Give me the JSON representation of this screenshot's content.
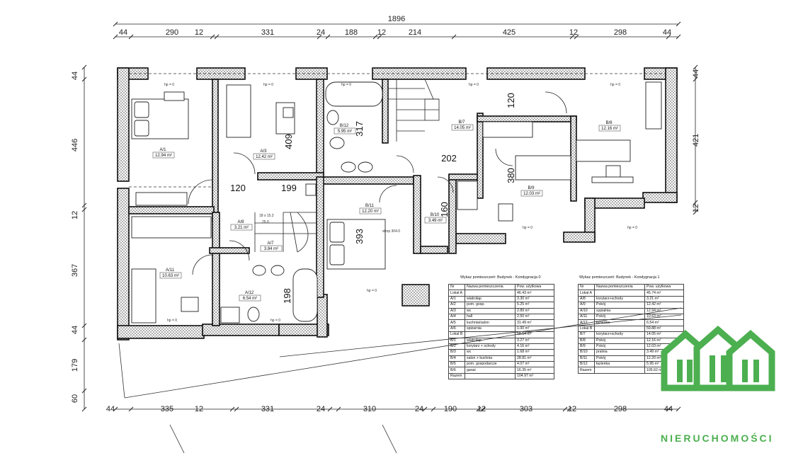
{
  "dimensions": {
    "total": "1896",
    "top": [
      "44",
      "290",
      "12",
      "331",
      "24",
      "188",
      "12",
      "214",
      "425",
      "12",
      "298",
      "44"
    ],
    "bottom": [
      "44",
      "335",
      "12",
      "331",
      "24",
      "310",
      "24",
      "190",
      "12",
      "303",
      "12",
      "298",
      "44"
    ],
    "left": [
      "44",
      "446",
      "12",
      "367",
      "44",
      "179",
      "60"
    ],
    "right": [
      "44",
      "421",
      "12"
    ],
    "inner": [
      "409",
      "317",
      "120",
      "120",
      "202",
      "380",
      "393",
      "198",
      "199",
      "160"
    ]
  },
  "rooms": [
    {
      "id": "A/1",
      "area": "12.94 m²"
    },
    {
      "id": "A/3",
      "area": "12.42 m²"
    },
    {
      "id": "B/12",
      "area": "5.95 m²"
    },
    {
      "id": "B/7",
      "area": "14.05 m²"
    },
    {
      "id": "B/8",
      "area": "12.16 m²"
    },
    {
      "id": "B/9",
      "area": "12.03 m²"
    },
    {
      "id": "B/11",
      "area": "12.20 m²"
    },
    {
      "id": "B/10",
      "area": "3.49 m²"
    },
    {
      "id": "A/8",
      "area": "3.21 m²"
    },
    {
      "id": "A/7",
      "area": "3.84 m²"
    },
    {
      "id": "A/11",
      "area": "10.63 m²"
    },
    {
      "id": "A/12",
      "area": "6.54 m²"
    }
  ],
  "annotations": {
    "hp": "hp = 0",
    "strop": "strop 304.0",
    "stairs": "18 x 15.3",
    "stairs2": "25.0"
  },
  "table_left": {
    "caption": "Wykaz pomieszczeń: Budynek - Kondygnacja 0",
    "headers": [
      "Nr",
      "Nazwa pomieszczenia",
      "Pow. użytkowa"
    ],
    "rows": [
      [
        "Lokal A",
        "",
        "46.43 m²"
      ],
      [
        "A/1",
        "wiatrołap",
        "3.30 m²"
      ],
      [
        "A/2",
        "pom. gosp.",
        "5.25 m²"
      ],
      [
        "A/3",
        "wc",
        "2.89 m²"
      ],
      [
        "A/4",
        "hall",
        "2.50 m²"
      ],
      [
        "A/5",
        "kuchnia/salon",
        "31.49 m²"
      ],
      [
        "A/6",
        "spiżarnia",
        "1.00 m²"
      ],
      [
        "Lokal B",
        "",
        "58.54 m²"
      ],
      [
        "B/1",
        "wiatrołap",
        "3.27 m²"
      ],
      [
        "B/2",
        "korytarz + schody",
        "4.16 m²"
      ],
      [
        "B/3",
        "wc",
        "1.68 m²"
      ],
      [
        "B/4",
        "salon + kuchnia",
        "28.81 m²"
      ],
      [
        "B/5",
        "pom. gospodarcze",
        "4.07 m²"
      ],
      [
        "B/6",
        "garaż",
        "16.35 m²"
      ],
      [
        "Razem",
        "",
        "104.97 m²"
      ]
    ]
  },
  "table_right": {
    "caption": "Wykaz pomieszczeń: Budynek - Kondygnacja 1",
    "headers": [
      "Nr",
      "Nazwa pomieszczenia",
      "Pow. użytkowa"
    ],
    "rows": [
      [
        "Lokal A",
        "",
        "45.74 m²"
      ],
      [
        "A/8",
        "korytarz+schody",
        "3.21 m²"
      ],
      [
        "A/9",
        "Pokój",
        "12.42 m²"
      ],
      [
        "A/10",
        "sypialnia",
        "12.94 m²"
      ],
      [
        "A/11",
        "Pokój",
        "10.63 m²"
      ],
      [
        "A/12",
        "łazienka",
        "6.54 m²"
      ],
      [
        "Lokal B",
        "",
        "59.88 m²"
      ],
      [
        "B/7",
        "korytarz+schody",
        "14.05 m²"
      ],
      [
        "B/8",
        "Pokój",
        "12.16 m²"
      ],
      [
        "B/9",
        "Pokój",
        "12.03 m²"
      ],
      [
        "B/10",
        "pralnia",
        "3.49 m²"
      ],
      [
        "B/11",
        "Pokój",
        "12.20 m²"
      ],
      [
        "B/12",
        "łazienka",
        "5.95 m²"
      ],
      [
        "Razem",
        "",
        "105.62 m²"
      ]
    ]
  },
  "brand": {
    "name": "NIERUCHOMOŚCI",
    "color": "#4caf50"
  }
}
